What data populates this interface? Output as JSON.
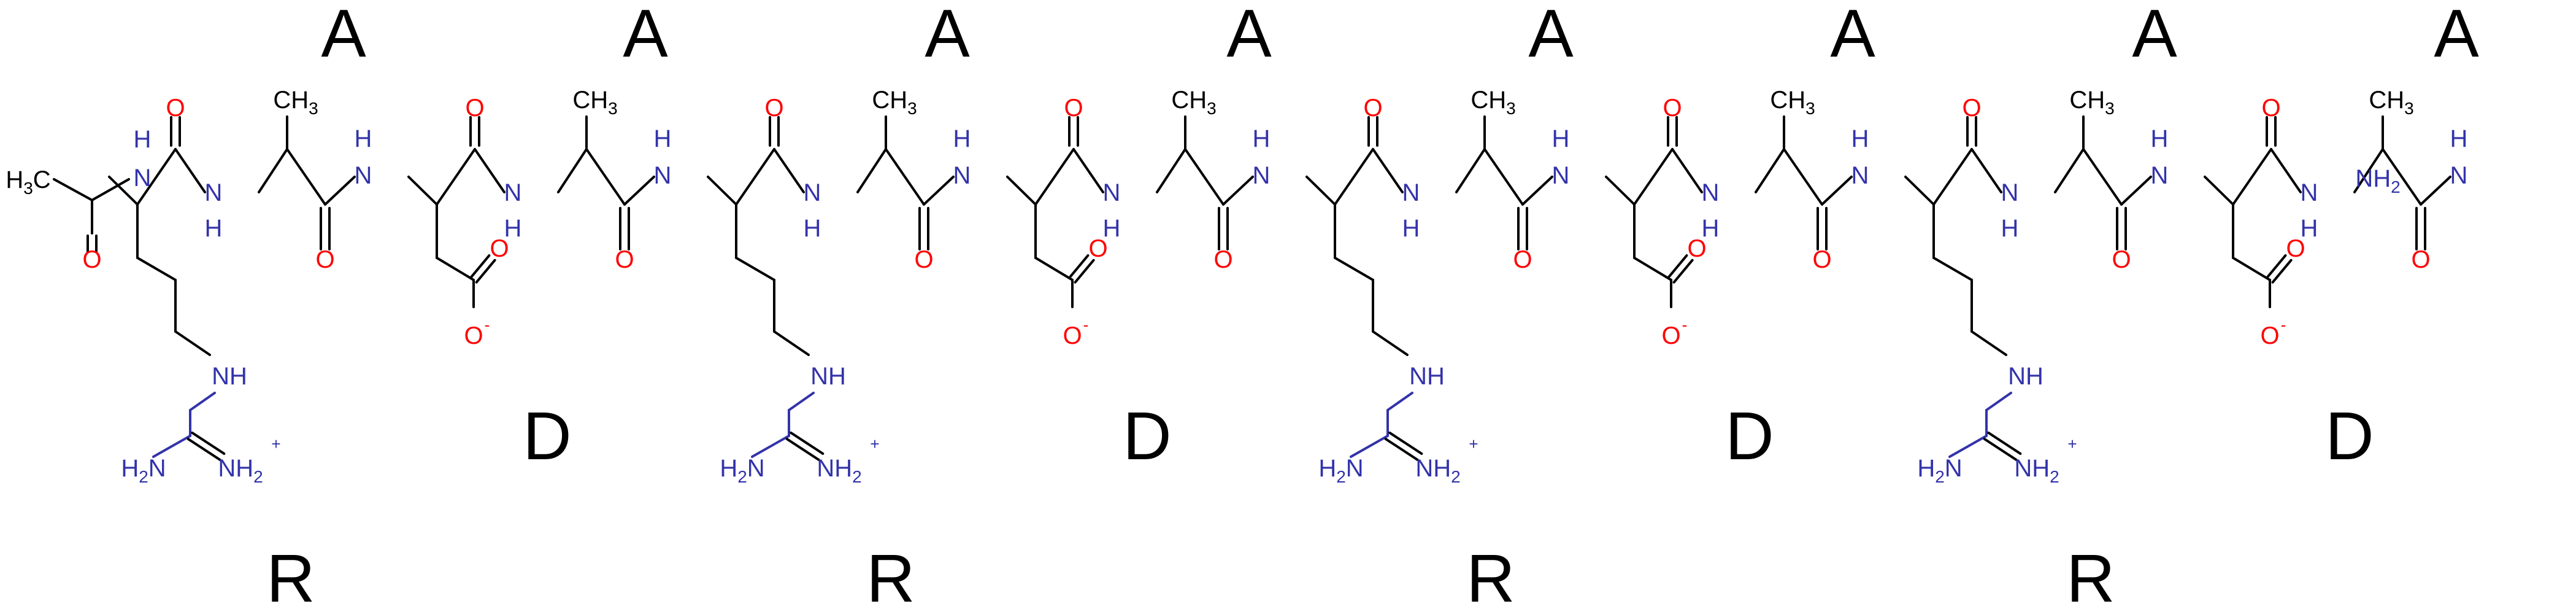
{
  "colors": {
    "background": "#ffffff",
    "bond": "#000000",
    "oxygen": "#ff0000",
    "nitrogen": "#3333aa",
    "carbon_label": "#000000",
    "residue_letter": "#000000"
  },
  "residue_letters": {
    "A": "A",
    "R": "R",
    "D": "D"
  },
  "atom_labels": {
    "H": "H",
    "C": "C",
    "N": "N",
    "O": "O",
    "NH": "NH",
    "CH": "CH",
    "NH2": "NH",
    "two": "2",
    "three": "3",
    "plus": "+",
    "minus": "-"
  },
  "sequence": {
    "n_terminus": "H3C-C(=O)-",
    "residues": [
      "R",
      "A",
      "D",
      "A",
      "R",
      "A",
      "D",
      "A",
      "R",
      "A",
      "D",
      "A",
      "R",
      "A",
      "D",
      "A"
    ],
    "c_terminus": "-C(=O)NH2",
    "top_row": [
      "A",
      "A",
      "A",
      "A",
      "A",
      "A",
      "A",
      "A"
    ],
    "middle_row": [
      "D",
      "D",
      "D",
      "D"
    ],
    "bottom_row": [
      "R",
      "R",
      "R",
      "R"
    ]
  }
}
